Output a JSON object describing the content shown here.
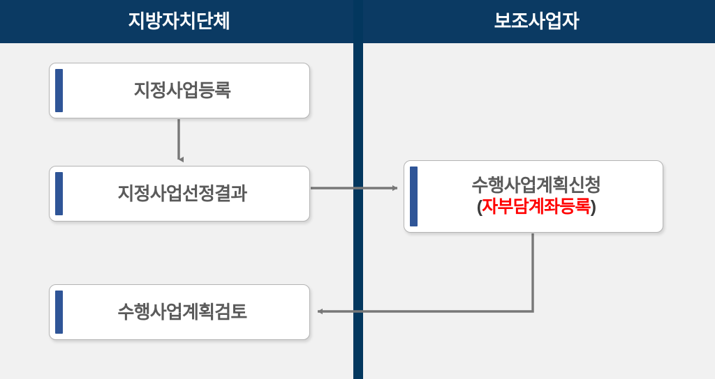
{
  "header": {
    "left_title": "지방자치단체",
    "right_title": "보조사업자",
    "bar_color": "#0b3a63",
    "divider_color": "#03375e",
    "title_color": "#ffffff"
  },
  "canvas": {
    "background": "#f1f1f1",
    "connector_color": "#787878",
    "accent_color": "#2f5597",
    "node_text_color": "#5a5a5a",
    "highlight_color": "#ff0000"
  },
  "nodes": {
    "register": {
      "label": "지정사업등록",
      "lane": "지방자치단체"
    },
    "result": {
      "label": "지정사업선정결과",
      "lane": "지방자치단체"
    },
    "review": {
      "label": "수행사업계획검토",
      "lane": "지방자치단체"
    },
    "apply": {
      "label": "수행사업계획신청",
      "sub_open": "(",
      "sub_highlight": "자부담계좌등록",
      "sub_close": ")",
      "lane": "보조사업자"
    }
  },
  "connectors": [
    {
      "name": "register-to-result",
      "from": "register",
      "to": "result",
      "shape": "vertical-down"
    },
    {
      "name": "result-to-apply",
      "from": "result",
      "to": "apply",
      "shape": "horizontal-right"
    },
    {
      "name": "apply-to-review",
      "from": "apply",
      "to": "review",
      "shape": "down-then-left"
    }
  ]
}
